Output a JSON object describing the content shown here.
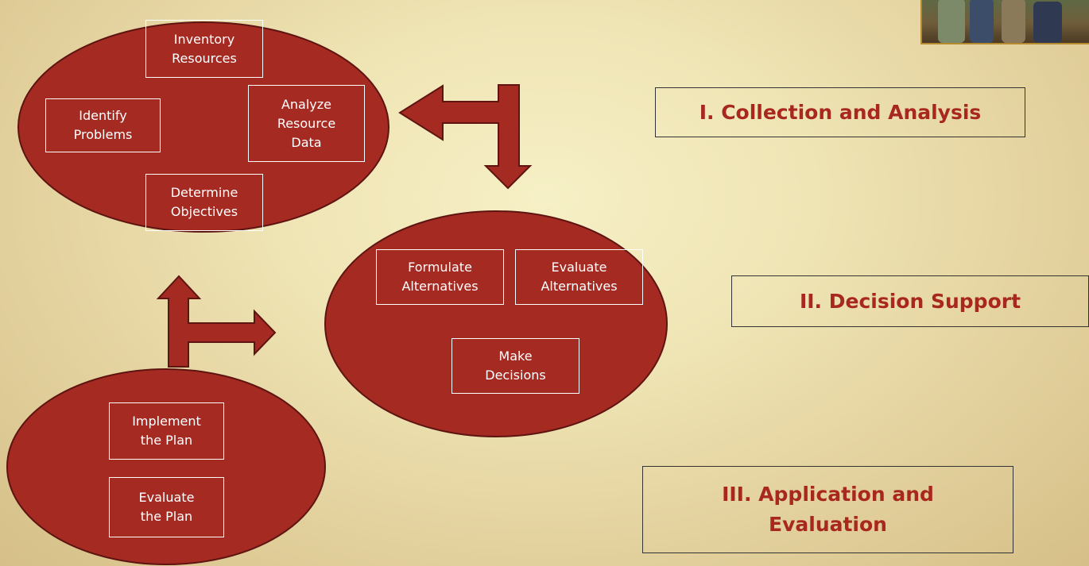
{
  "colors": {
    "ellipse_fill": "#a52a22",
    "ellipse_stroke": "#5e1410",
    "arrow_fill": "#a52a22",
    "step_text": "#ffffff",
    "phase_text": "#a8281f",
    "background": "#efe4b4"
  },
  "photo": {
    "icon": "photo-thumbnail"
  },
  "phases": {
    "collection": "I.  Collection and Analysis",
    "decision": "II.  Decision Support",
    "application": "III.  Application and\nEvaluation"
  },
  "steps": {
    "inventory": "Inventory\nResources",
    "identify": "Identify\nProblems",
    "analyze": "Analyze\nResource\nData",
    "objectives": "Determine\nObjectives",
    "formulate": "Formulate\nAlternatives",
    "evaluate_alternatives": "Evaluate\nAlternatives",
    "decisions": "Make\nDecisions",
    "implement": "Implement\nthe Plan",
    "evaluate_plan": "Evaluate\nthe Plan"
  }
}
